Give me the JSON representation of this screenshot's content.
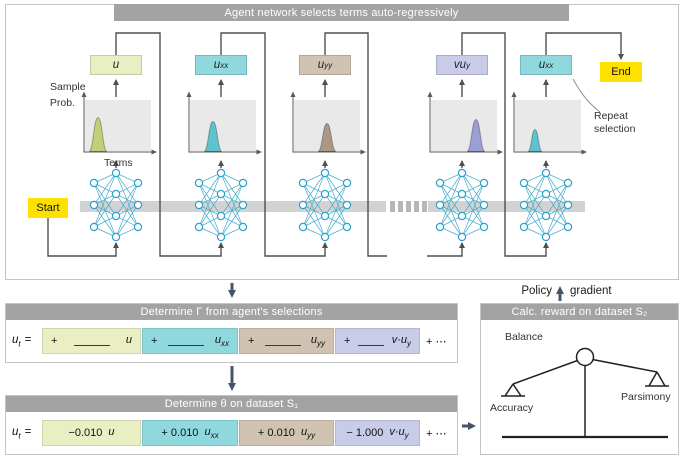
{
  "colors": {
    "header_bar": "#a3a3a3",
    "start_end": "#ffe100",
    "flow_arrow": "#475569",
    "connector": "#4f4f4f",
    "band": "#d2d2d2",
    "network_node": "#2ba2c8"
  },
  "top_panel": {
    "header": "Agent network selects terms auto-regressively",
    "start": "Start",
    "end": "End",
    "sample": "Sample",
    "prob": "Prob.",
    "terms_axis": "Terms",
    "repeat": "Repeat\nselection",
    "terms": [
      {
        "base": "u",
        "sub": "",
        "color": "#e9eec3"
      },
      {
        "base": "u",
        "sub": "xx",
        "color": "#8ed8de"
      },
      {
        "base": "u",
        "sub": "yy",
        "color": "#d0c3b2"
      },
      {
        "base": "vu",
        "sub": "y",
        "color": "#c9cce9"
      },
      {
        "base": "u",
        "sub": "xx",
        "color": "#8ed8de"
      }
    ],
    "plots": [
      {
        "peak": "#c3cf78"
      },
      {
        "peak": "#5ec3cd"
      },
      {
        "peak": "#ab9884"
      },
      {
        "peak": "#9b9fd6"
      },
      {
        "peak": "#5ec3cd"
      }
    ]
  },
  "gamma_panel": {
    "header": "Determine Γ from agent's selections",
    "lhs": {
      "base": "u",
      "sub": "t",
      "eq": "="
    },
    "terms": [
      {
        "sign": "+",
        "base": "u",
        "sub": "",
        "color": "#e9eec3"
      },
      {
        "sign": "+",
        "base": "u",
        "sub": "xx",
        "color": "#8ed8de"
      },
      {
        "sign": "+",
        "base": "u",
        "sub": "yy",
        "color": "#d0c3b2"
      },
      {
        "sign": "+",
        "base": "v·u",
        "sub": "y",
        "color": "#c9cce9"
      }
    ],
    "more": "+ ⋯"
  },
  "theta_panel": {
    "header": "Determine θ on dataset S₁",
    "lhs": {
      "base": "u",
      "sub": "t",
      "eq": "="
    },
    "terms": [
      {
        "coef": "−0.010",
        "base": "u",
        "sub": "",
        "color": "#e9eec3"
      },
      {
        "coef": "+ 0.010",
        "base": "u",
        "sub": "xx",
        "color": "#8ed8de"
      },
      {
        "coef": "+ 0.010",
        "base": "u",
        "sub": "yy",
        "color": "#d0c3b2"
      },
      {
        "coef": "− 1.000",
        "base": "v·u",
        "sub": "y",
        "color": "#c9cce9"
      }
    ],
    "more": "+ ⋯"
  },
  "reward_panel": {
    "header": "Calc. reward on dataset S₂",
    "balance": "Balance",
    "accuracy": "Accuracy",
    "parsimony": "Parsimony"
  },
  "policy_gradient": {
    "left": "Policy",
    "right": "gradient"
  }
}
